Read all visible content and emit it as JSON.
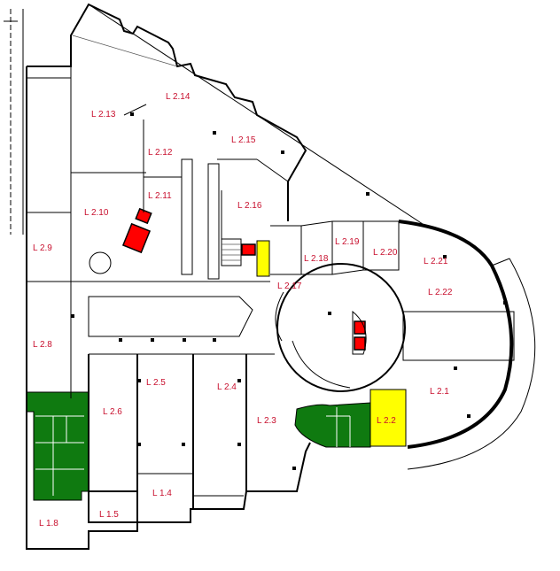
{
  "colors": {
    "green": "#0f7a10",
    "yellow": "#ffff00",
    "red": "#ff0000",
    "label": "#c8102e"
  },
  "rooms": [
    {
      "id": "L 2.13",
      "label": "L 2.13"
    },
    {
      "id": "L 2.14",
      "label": "L 2.14"
    },
    {
      "id": "L 2.12",
      "label": "L 2.12"
    },
    {
      "id": "L 2.15",
      "label": "L 2.15"
    },
    {
      "id": "L 2.11",
      "label": "L 2.11"
    },
    {
      "id": "L 2.10",
      "label": "L 2.10"
    },
    {
      "id": "L 2.16",
      "label": "L 2.16"
    },
    {
      "id": "L 2.9",
      "label": "L 2.9"
    },
    {
      "id": "L 2.19",
      "label": "L 2.19"
    },
    {
      "id": "L 2.20",
      "label": "L 2.20"
    },
    {
      "id": "L 2.18",
      "label": "L 2.18"
    },
    {
      "id": "L 2.21",
      "label": "L 2.21"
    },
    {
      "id": "L 2.17",
      "label": "L 2.17"
    },
    {
      "id": "L 2.22",
      "label": "L 2.22"
    },
    {
      "id": "L 2.8",
      "label": "L 2.8"
    },
    {
      "id": "L 2.5",
      "label": "L 2.5"
    },
    {
      "id": "L 2.4",
      "label": "L 2.4"
    },
    {
      "id": "L 2.1",
      "label": "L 2.1"
    },
    {
      "id": "L 2.6",
      "label": "L 2.6"
    },
    {
      "id": "L 2.3",
      "label": "L 2.3"
    },
    {
      "id": "L 2.2",
      "label": "L 2.2"
    },
    {
      "id": "L 1.4",
      "label": "L 1.4"
    },
    {
      "id": "L 1.5",
      "label": "L 1.5"
    },
    {
      "id": "L 1.8",
      "label": "L 1.8"
    }
  ]
}
